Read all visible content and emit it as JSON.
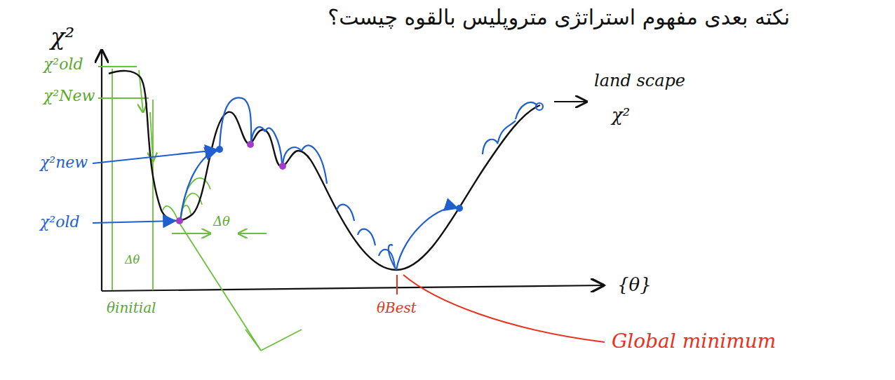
{
  "diagram": {
    "title": "نکته بعدی مفهوم استراتژی متروپلیس بالقوه چیست؟",
    "labels": [
      "χ²",
      "χ²old",
      "χ²New",
      "χ²new",
      "χ²old",
      "Δθ",
      "θinitial",
      "Δθ",
      "θBest",
      "{θ}",
      "land scape",
      "χ²",
      "Global minimum"
    ]
  }
}
